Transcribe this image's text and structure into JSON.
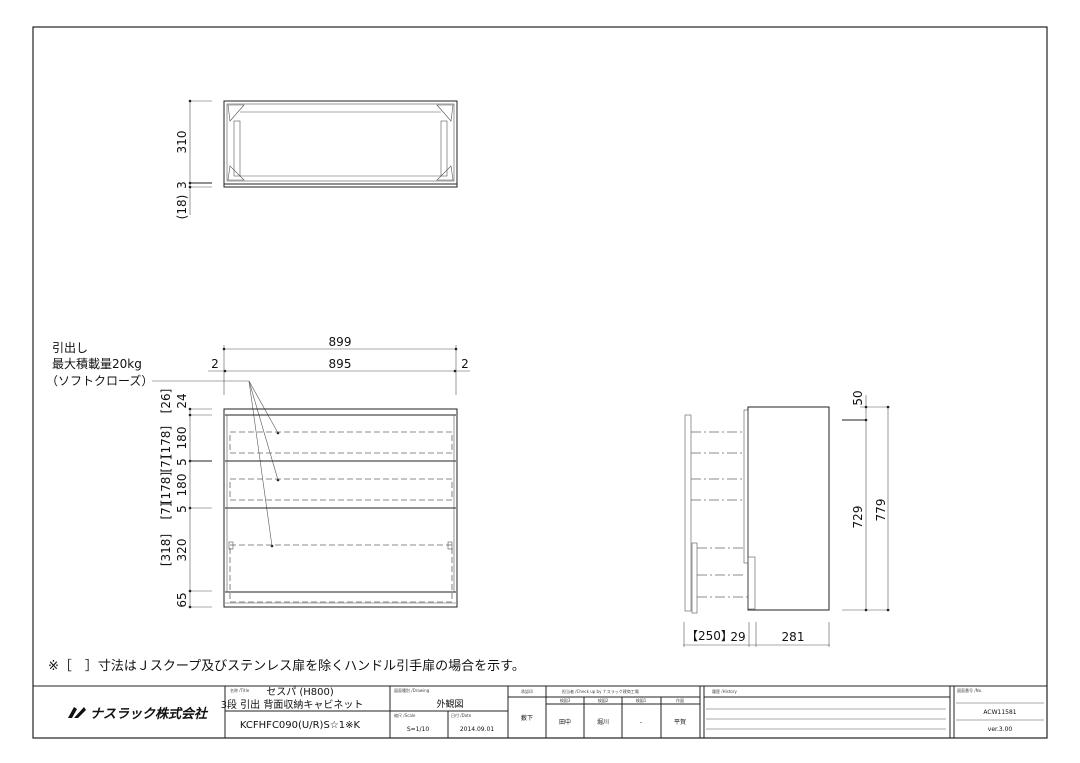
{
  "top_view": {
    "dim_depth": "310",
    "dim_3": "3",
    "dim_18": "(18)"
  },
  "front_view": {
    "callout": [
      "引出し",
      "最大積載量20kg",
      "（ソフトクローズ）"
    ],
    "dim_overall_width": "899",
    "dim_inner_width": "895",
    "dim_left_gap": "2",
    "dim_right_gap": "2",
    "dim_top": "24",
    "dim_top_alt": "[26]",
    "dim_drawer1": "180",
    "dim_drawer1_alt": "[178]",
    "dim_gap1": "5",
    "dim_gap1_alt": "[7]",
    "dim_drawer2": "180",
    "dim_drawer2_alt": "[178]",
    "dim_gap2": "5",
    "dim_gap2_alt": "[7]",
    "dim_drawer3": "320",
    "dim_drawer3_alt": "[318]",
    "dim_plinth": "65"
  },
  "side_view": {
    "dim_50": "50",
    "dim_729": "729",
    "dim_779": "779",
    "dim_250": "【250】",
    "dim_29": "29",
    "dim_281": "281"
  },
  "note": "※［　］寸法はＪスクープ及びステンレス扉を除くハンドル引手扉の場合を示す。",
  "title_block": {
    "company": "ナスラック株式会社",
    "title_label": "名称 /Title",
    "title_line1": "セスパ (H800)",
    "title_line2": "3段 引出 背面収納キャビネット",
    "model": "KCFHFC090(U/R)S☆1※K",
    "drawing_label": "図面種別 /Drawing",
    "drawing_value": "外観図",
    "scale_label": "縮尺 /Scale",
    "scale_value": "S=1/10",
    "date_label": "日付 /Date",
    "date_value": "2014.09.01",
    "approval_label": "承認印",
    "approval_value": "薮下",
    "check_label": "担当者 /Check up by ナスラック建商工場",
    "check_cols": [
      "検図3",
      "検図2",
      "検図1",
      "作図"
    ],
    "check_values": [
      "田中",
      "堀川",
      "-",
      "平賀"
    ],
    "history_label": "履歴 /History",
    "no_label": "図面番号 /No.",
    "no_value": "ACW11581",
    "version": "ver.3.00"
  }
}
